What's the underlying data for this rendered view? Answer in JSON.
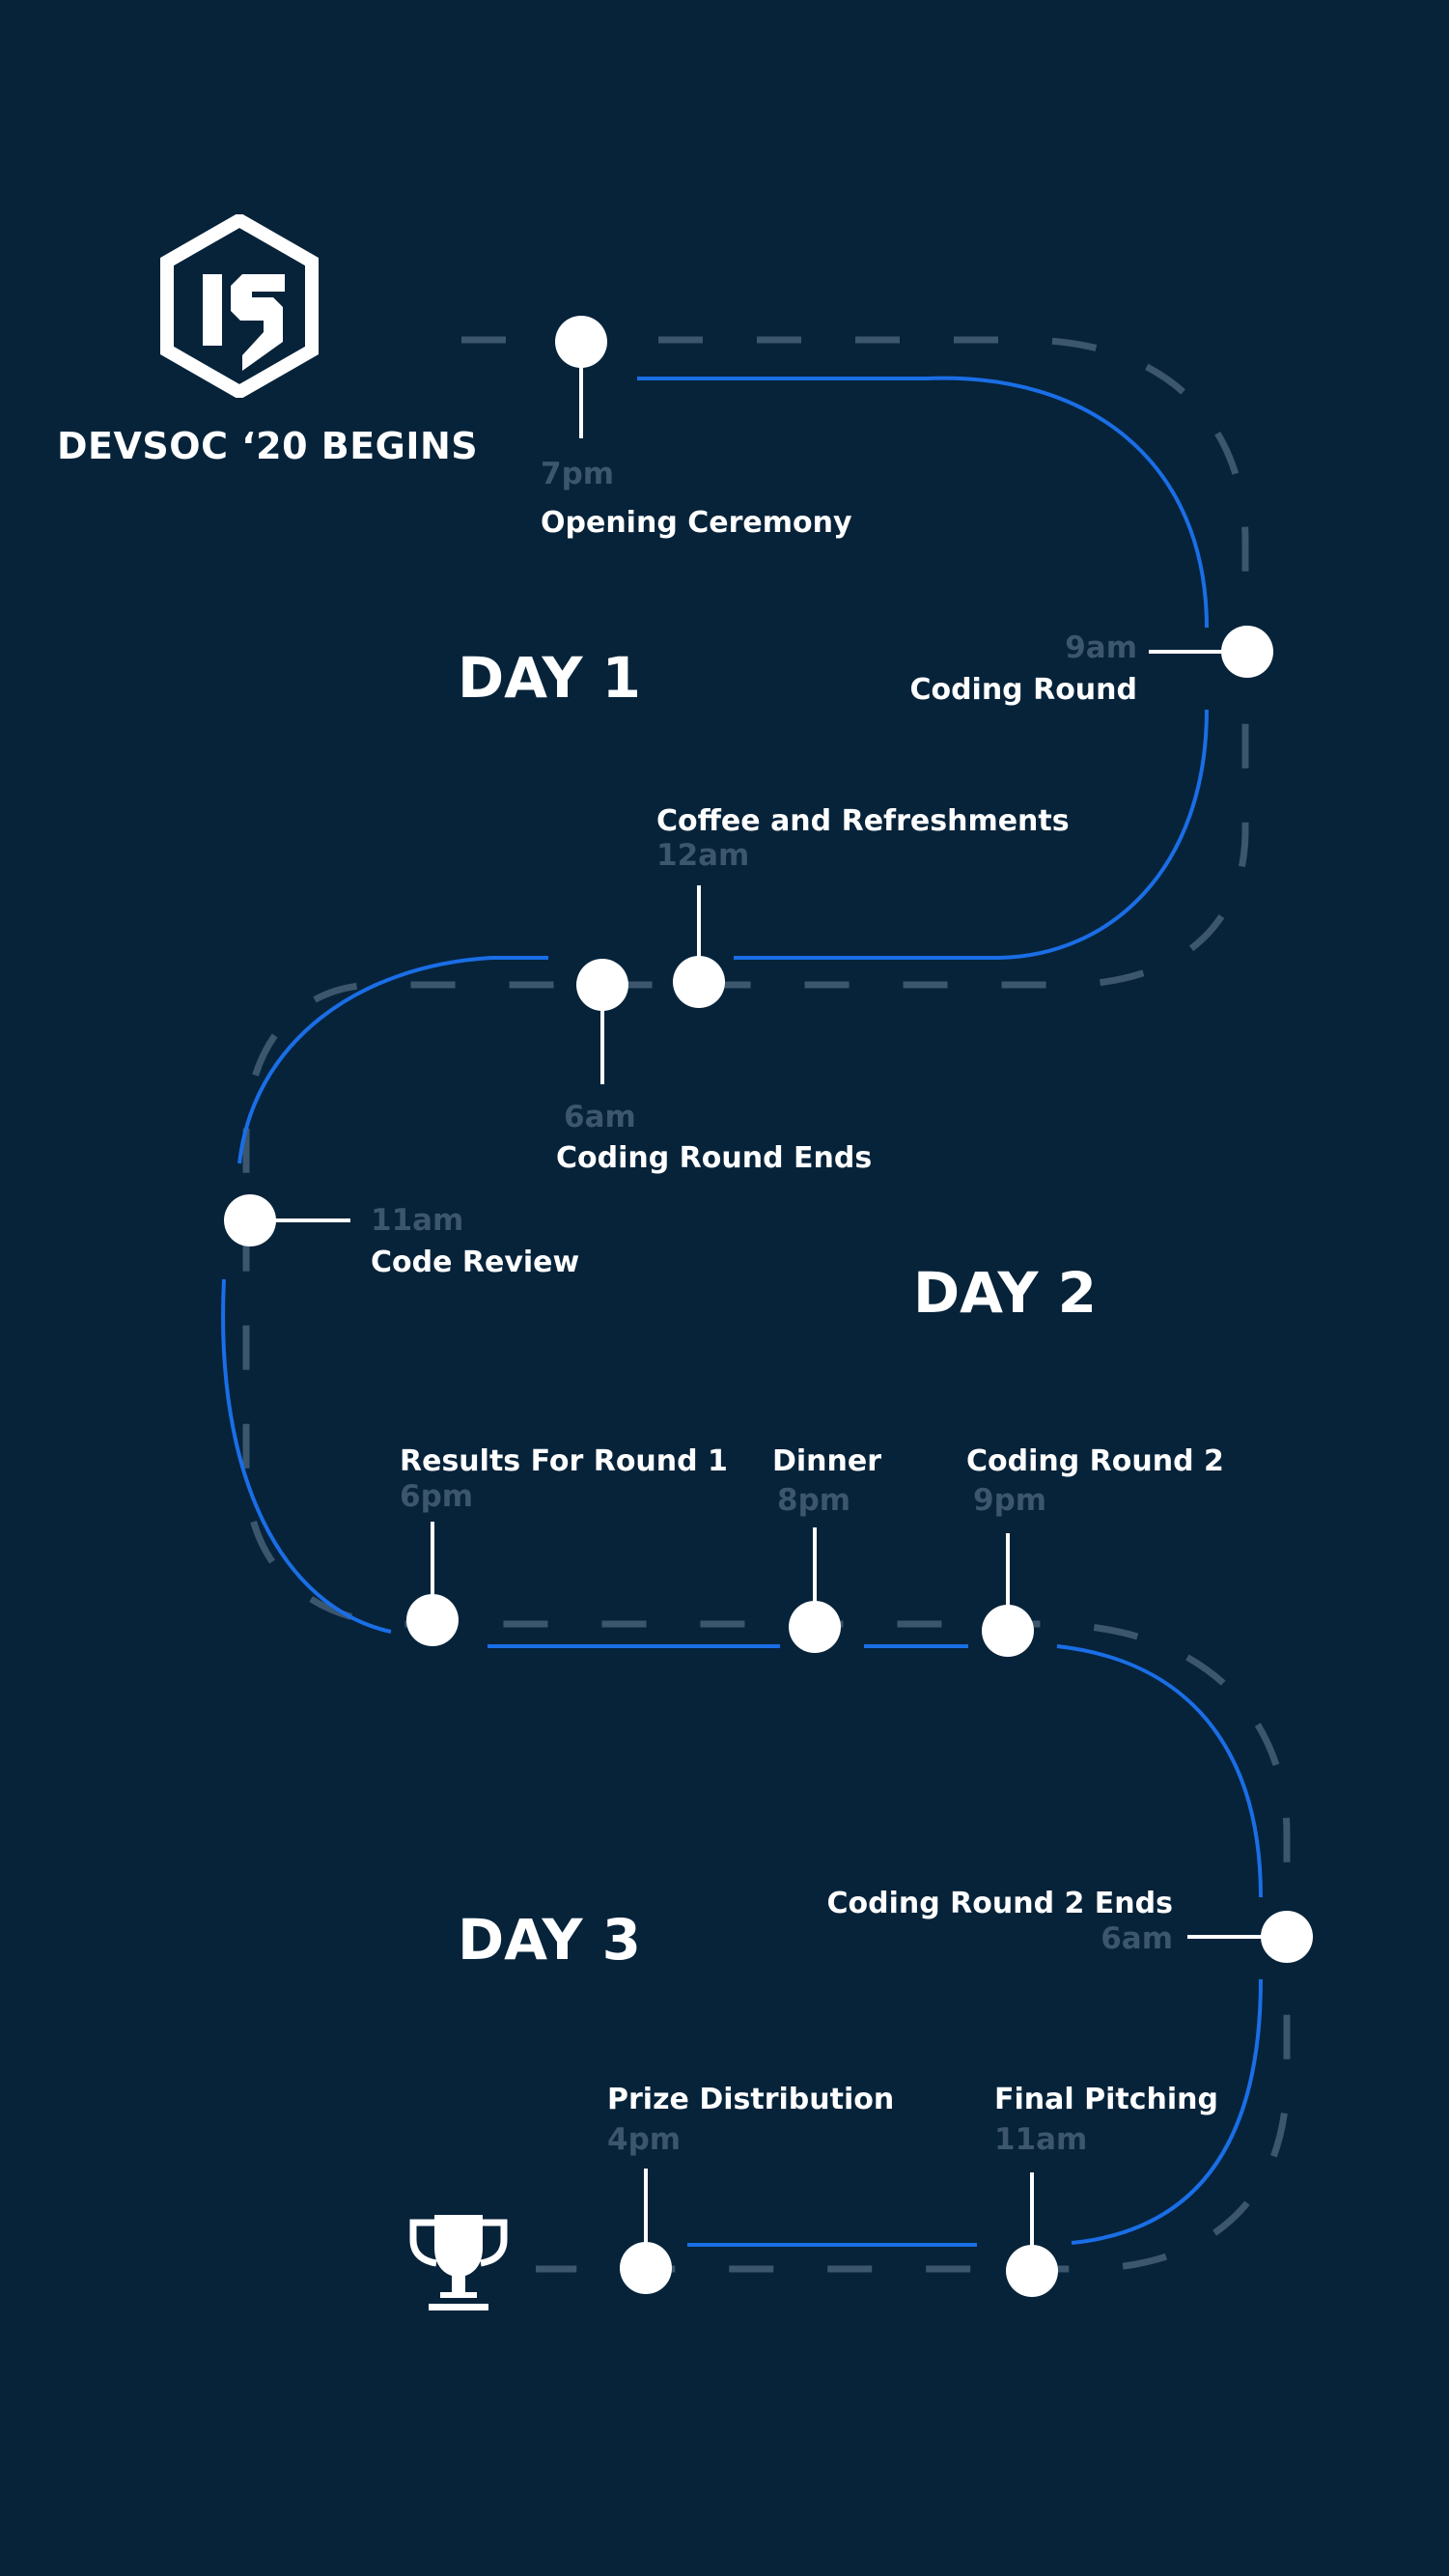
{
  "header": {
    "title": "DEVSOC ‘20 BEGINS",
    "logo_icon": "devsoc-hexagon-logo"
  },
  "days": [
    "DAY 1",
    "DAY 2",
    "DAY 3"
  ],
  "events": [
    {
      "time": "7pm",
      "label": "Opening Ceremony"
    },
    {
      "time": "9am",
      "label": "Coding Round"
    },
    {
      "time": "12am",
      "label": "Coffee and Refreshments"
    },
    {
      "time": "6am",
      "label": "Coding Round Ends"
    },
    {
      "time": "11am",
      "label": "Code Review"
    },
    {
      "time": "6pm",
      "label": "Results For Round 1"
    },
    {
      "time": "8pm",
      "label": "Dinner"
    },
    {
      "time": "9pm",
      "label": "Coding Round 2"
    },
    {
      "time": "6am",
      "label": "Coding Round 2 Ends"
    },
    {
      "time": "4pm",
      "label": "Prize Distribution"
    },
    {
      "time": "11am",
      "label": "Final Pitching"
    }
  ],
  "finish_icon": "trophy-icon",
  "colors": {
    "background": "#06233a",
    "accent_line": "#1a6ee6",
    "dashed_track": "#3b566d",
    "time_text": "#3c566d",
    "text": "#ffffff"
  }
}
